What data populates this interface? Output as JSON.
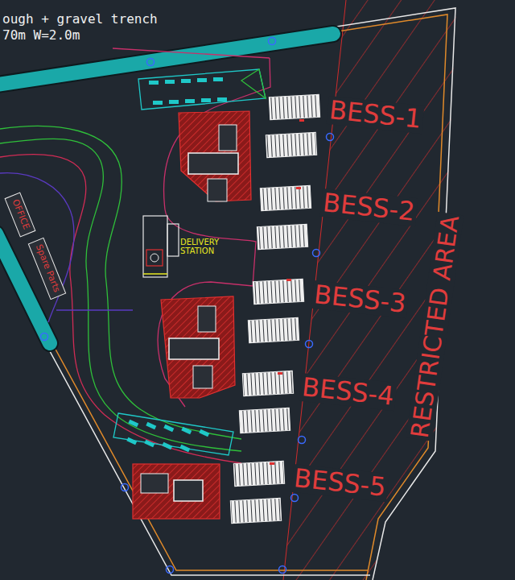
{
  "diagram": {
    "nodes": [
      {
        "text": [
          "OFFICE"
        ]
      },
      {
        "text": [
          "Spare Parts"
        ]
      }
    ],
    "labels": [
      "ough + gravel trench",
      "70m W=2.0m",
      "BESS-1",
      "BESS-2",
      "DELIVERY STATION",
      "BESS-3",
      "BESS-4",
      "BESS-5",
      "RESTRICTED AREA"
    ]
  }
}
